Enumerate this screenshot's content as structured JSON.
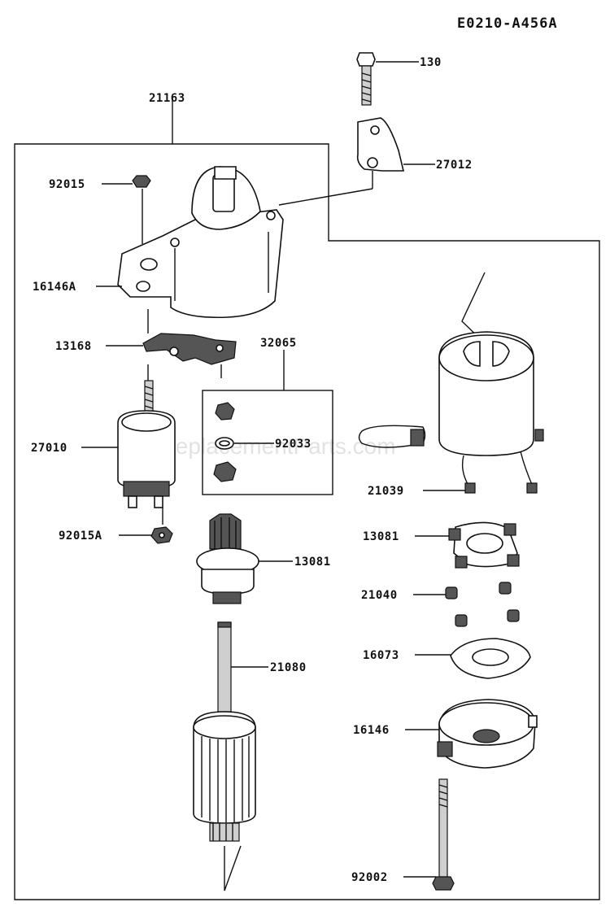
{
  "diagram_code": "E0210-A456A",
  "watermark": "eReplacementParts.com",
  "labels": {
    "p130": "130",
    "p21163": "21163",
    "p27012": "27012",
    "p92015": "92015",
    "p16146A": "16146A",
    "p13168": "13168",
    "p32065": "32065",
    "p27010": "27010",
    "p92033": "92033",
    "p92015A": "92015A",
    "p13081_left": "13081",
    "p21080": "21080",
    "p21039": "21039",
    "p13081_right": "13081",
    "p21040": "21040",
    "p16073": "16073",
    "p16146": "16146",
    "p92002": "92002"
  }
}
